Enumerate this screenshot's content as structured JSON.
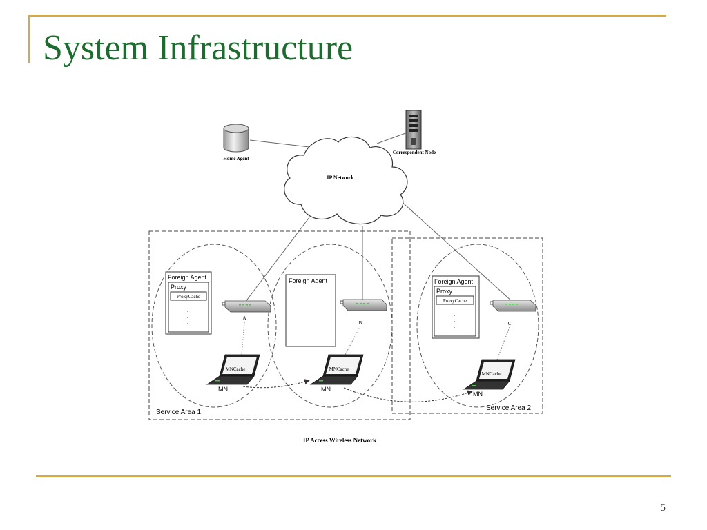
{
  "slide": {
    "title": "System Infrastructure",
    "page_number": "5"
  },
  "diagram": {
    "home_agent_label": "Home Agent",
    "correspondent_node_label": "Correspondent Node",
    "ip_network_label": "IP Network",
    "bottom_caption": "IP Access Wireless Network",
    "service_area_1": {
      "label": "Service Area 1",
      "cells": [
        {
          "foreign_agent_label": "Foreign Agent",
          "proxy_label": "Proxy",
          "proxycache_label": "ProxyCache",
          "router_label": "A",
          "mn_label": "MN",
          "mncache_label": "MNCache"
        },
        {
          "foreign_agent_label": "Foreign Agent",
          "router_label": "B",
          "mn_label": "MN",
          "mncache_label": "MNCache"
        }
      ]
    },
    "service_area_2": {
      "label": "Service Area 2",
      "cell": {
        "foreign_agent_label": "Foreign Agent",
        "proxy_label": "Proxy",
        "proxycache_label": "ProxyCache",
        "router_label": "C",
        "mn_label": "MN",
        "mncache_label": "MNCache"
      }
    }
  },
  "colors": {
    "title": "#1d6b2e",
    "accent": "#d9a93c",
    "router_led": "#3cd23c"
  }
}
